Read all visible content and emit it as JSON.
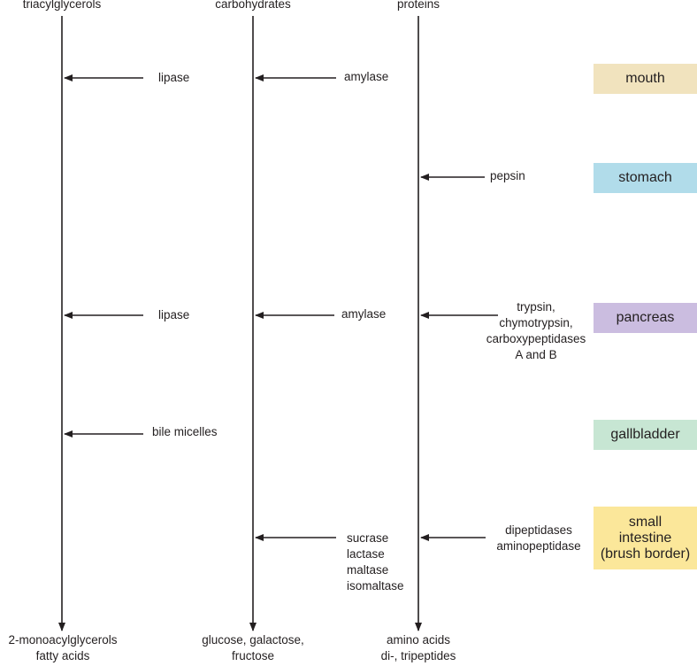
{
  "columns": {
    "triacylglycerols": {
      "label": "triacylglycerols",
      "product_lines": [
        "2-monoacylglycerols",
        "fatty acids"
      ]
    },
    "carbohydrates": {
      "label": "carbohydrates",
      "product_lines": [
        "glucose, galactose,",
        "fructose"
      ]
    },
    "proteins": {
      "label": "proteins",
      "product_lines": [
        "amino acids",
        "di-, tripeptides"
      ]
    }
  },
  "enzymes": {
    "mouth_lipase": "lipase",
    "mouth_amylase": "amylase",
    "stomach_pepsin": "pepsin",
    "pancreas_lipase": "lipase",
    "pancreas_amylase": "amylase",
    "pancreas_proteases": [
      "trypsin,",
      "chymotrypsin,",
      "carboxypeptidases",
      "A and B"
    ],
    "gallbladder_bile": "bile micelles",
    "intestine_carb_enzymes": [
      "sucrase",
      "lactase",
      "maltase",
      "isomaltase"
    ],
    "intestine_protein_enzymes": [
      "dipeptidases",
      "aminopeptidase"
    ]
  },
  "organs": {
    "mouth": {
      "label": "mouth",
      "color": "#f1e3be"
    },
    "stomach": {
      "label": "stomach",
      "color": "#b1dcea"
    },
    "pancreas": {
      "label": "pancreas",
      "color": "#cbbde0"
    },
    "gallbladder": {
      "label": "gallbladder",
      "color": "#c7e6d3"
    },
    "small_intestine": {
      "label_lines": [
        "small",
        "intestine",
        "(brush border)"
      ],
      "color": "#fbe79a"
    }
  }
}
